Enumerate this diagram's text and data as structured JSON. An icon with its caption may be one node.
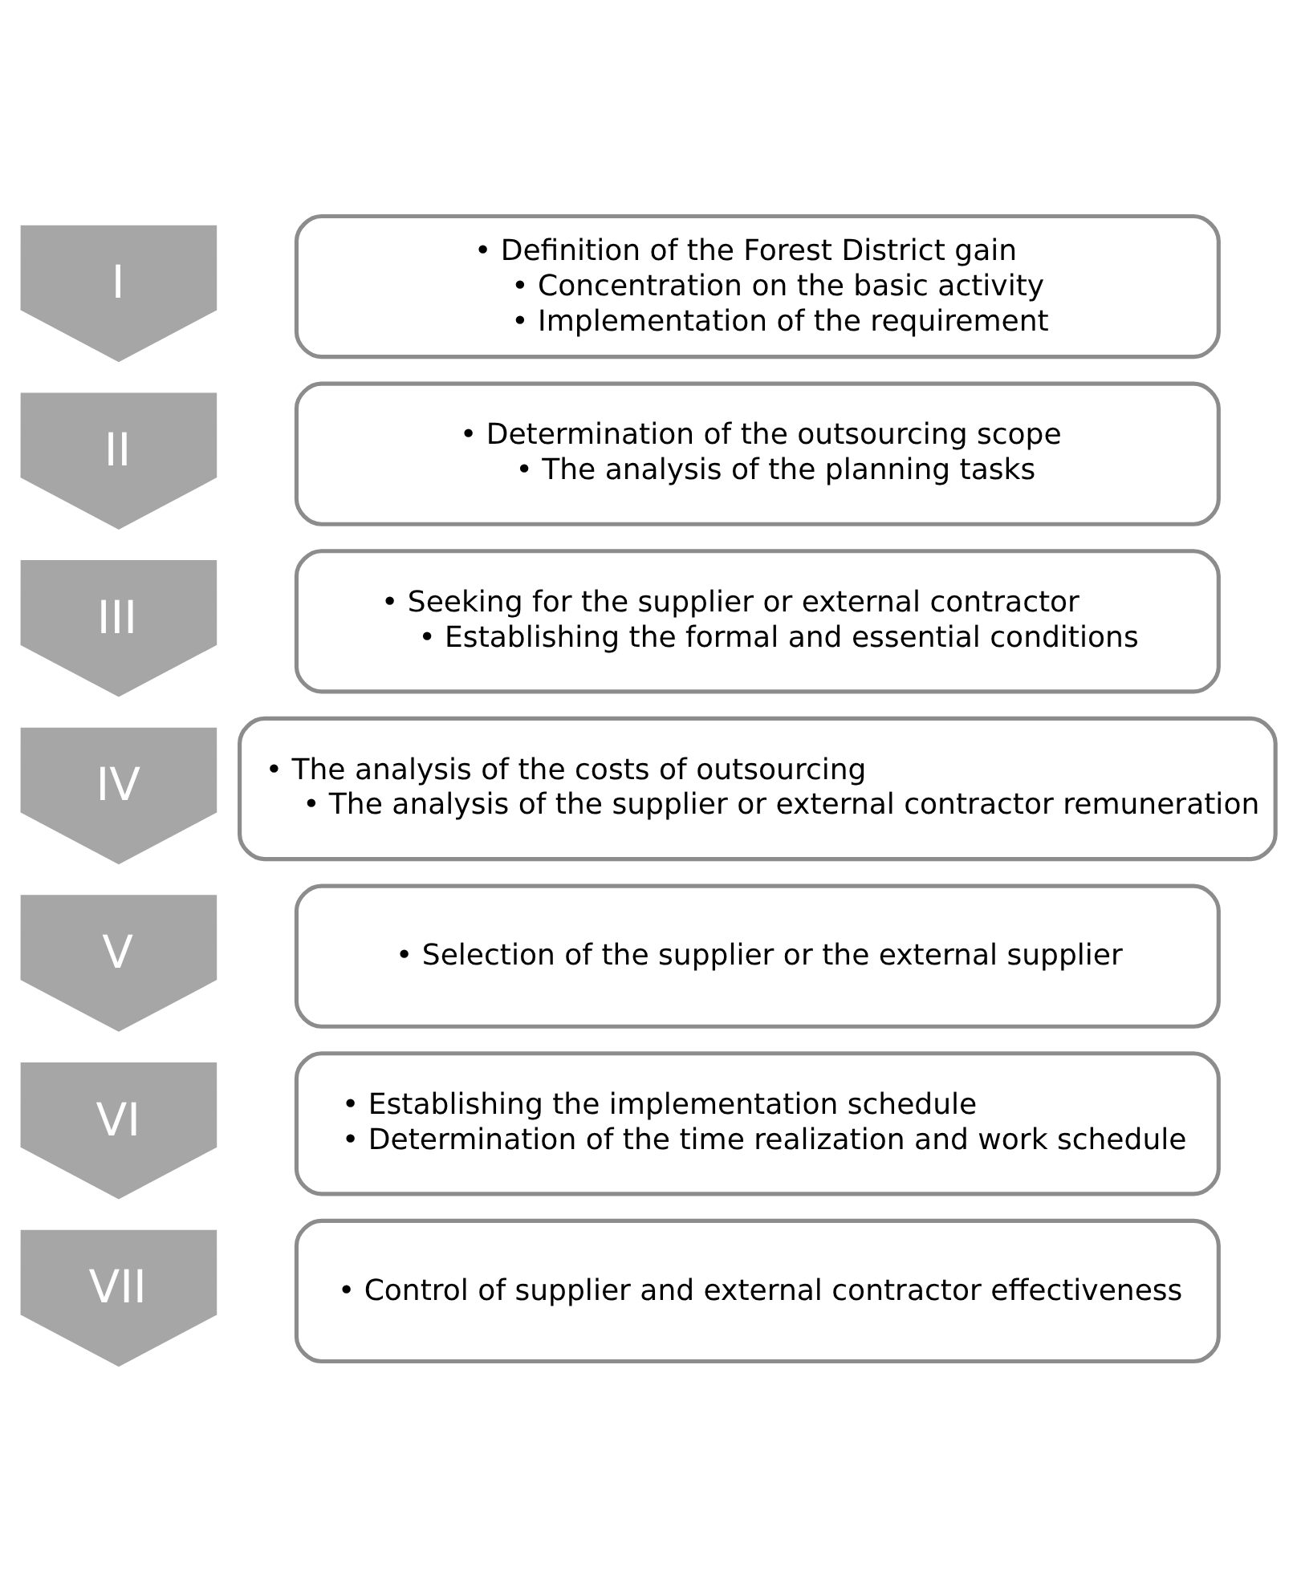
{
  "diagram": {
    "nodes": [
      {
        "text": [
          "I"
        ]
      },
      {
        "text": [
          "• Definition of the Forest District gain",
          "• Concentration on the basic activity",
          "• Implementation of the requirement"
        ]
      },
      {
        "text": [
          "II"
        ]
      },
      {
        "text": [
          "• Determination of the outsourcing scope",
          "• The analysis of the planning tasks"
        ]
      },
      {
        "text": [
          "III"
        ]
      },
      {
        "text": [
          "• Seeking for the supplier or external contractor",
          "• Establishing the formal and essential conditions"
        ]
      },
      {
        "text": [
          "IV"
        ]
      },
      {
        "text": [
          "• The analysis of the costs of outsourcing",
          "• The analysis of the supplier or external contractor remuneration"
        ]
      },
      {
        "text": [
          "V"
        ]
      },
      {
        "text": [
          "• Selection of the supplier or the external supplier"
        ]
      },
      {
        "text": [
          "VI"
        ]
      },
      {
        "text": [
          "• Establishing the implementation schedule",
          "• Determination of the time realization and work schedule"
        ]
      },
      {
        "text": [
          "VII"
        ]
      },
      {
        "text": [
          "• Control of supplier and external contractor effectiveness"
        ]
      }
    ]
  }
}
